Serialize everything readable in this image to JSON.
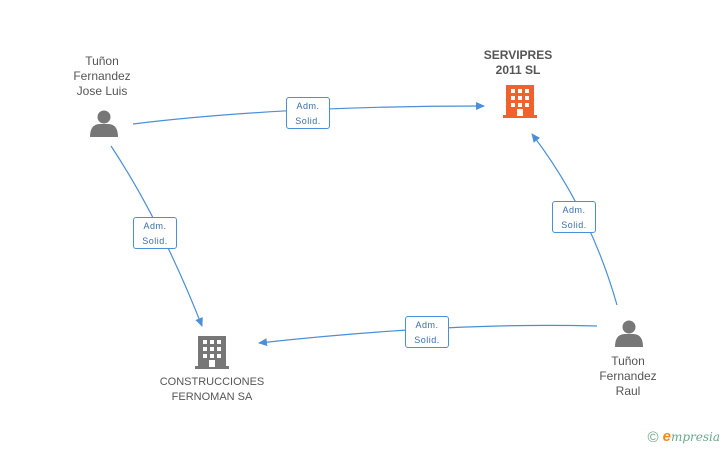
{
  "nodes": {
    "person_jose": {
      "lines": [
        "Tuñon",
        "Fernandez",
        "Jose Luis"
      ],
      "icon": "person-icon",
      "color": "#777777"
    },
    "company_servipres": {
      "lines": [
        "SERVIPRES",
        "2011 SL"
      ],
      "icon": "building-icon",
      "color": "#f0612c"
    },
    "company_construcciones": {
      "lines": [
        "CONSTRUCCIONES",
        "FERNOMAN SA"
      ],
      "icon": "building-icon",
      "color": "#777777"
    },
    "person_raul": {
      "lines": [
        "Tuñon",
        "Fernandez",
        "Raul"
      ],
      "icon": "person-icon",
      "color": "#777777"
    }
  },
  "edges": [
    {
      "from": "person_jose",
      "to": "company_servipres",
      "label": [
        "Adm.",
        "Solid."
      ]
    },
    {
      "from": "person_jose",
      "to": "company_construcciones",
      "label": [
        "Adm.",
        "Solid."
      ]
    },
    {
      "from": "person_raul",
      "to": "company_servipres",
      "label": [
        "Adm.",
        "Solid."
      ]
    },
    {
      "from": "person_raul",
      "to": "company_construcciones",
      "label": [
        "Adm.",
        "Solid."
      ]
    }
  ],
  "colors": {
    "edge": "#4a8fd8",
    "edge_text": "#3a6ea8"
  },
  "watermark": {
    "copyright": "©",
    "brand_e": "e",
    "brand_rest": "mpresia"
  }
}
